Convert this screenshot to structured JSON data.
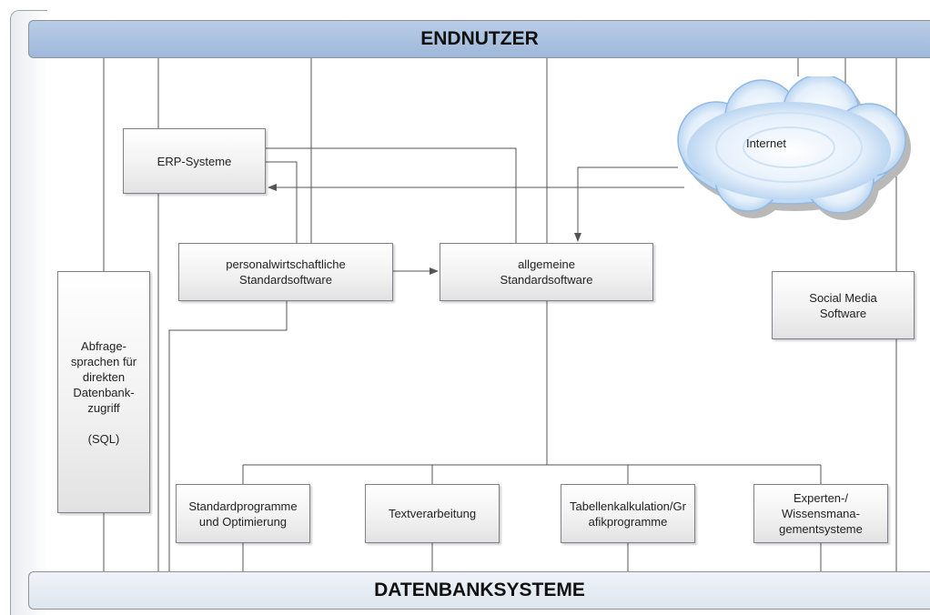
{
  "bands": {
    "top": "ENDNUTZER",
    "bottom": "DATENBANKSYSTEME"
  },
  "boxes": {
    "erp": "ERP-Systeme",
    "personal": "personalwirtschaftliche\nStandardsoftware",
    "allgemein": "allgemeine\nStandardsoftware",
    "sql": "Abfrage-\nsprachen für\ndirekten\nDatenbank-\nzugriff\n\n(SQL)",
    "social": "Social Media\nSoftware",
    "standardprog": "Standardprogramme\nund Optimierung",
    "text": "Textverarbeitung",
    "tabellen": "Tabellenkalkulation/Gr\nafikprogramme",
    "experten": "Experten-/\nWissensmana-\ngementsysteme"
  },
  "cloud": {
    "label": "Internet"
  }
}
